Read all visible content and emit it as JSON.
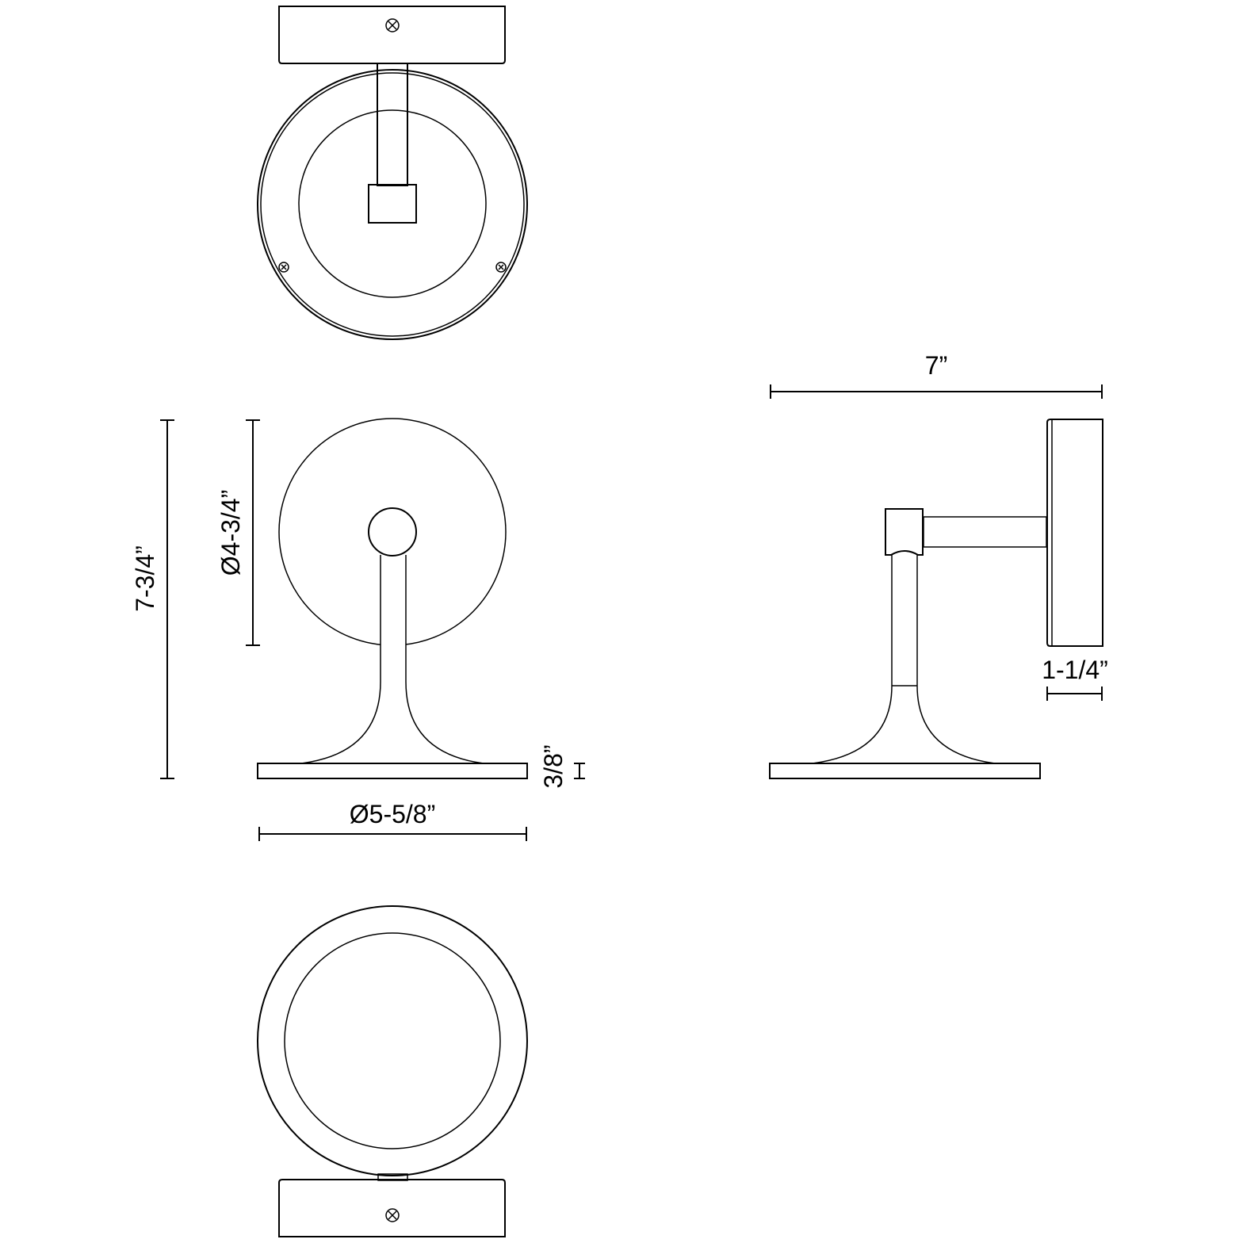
{
  "dimensions": {
    "overall_height": "7-3/4”",
    "backplate_diameter": "Ø4-3/4”",
    "base_diameter": "Ø5-5/8”",
    "base_thickness": "3/8”",
    "extension": "7”",
    "backplate_depth": "1-1/4”"
  },
  "views": [
    "top-view",
    "front-view",
    "side-view",
    "bottom-view"
  ],
  "colors": {
    "line": "#000000",
    "background": "#ffffff"
  }
}
